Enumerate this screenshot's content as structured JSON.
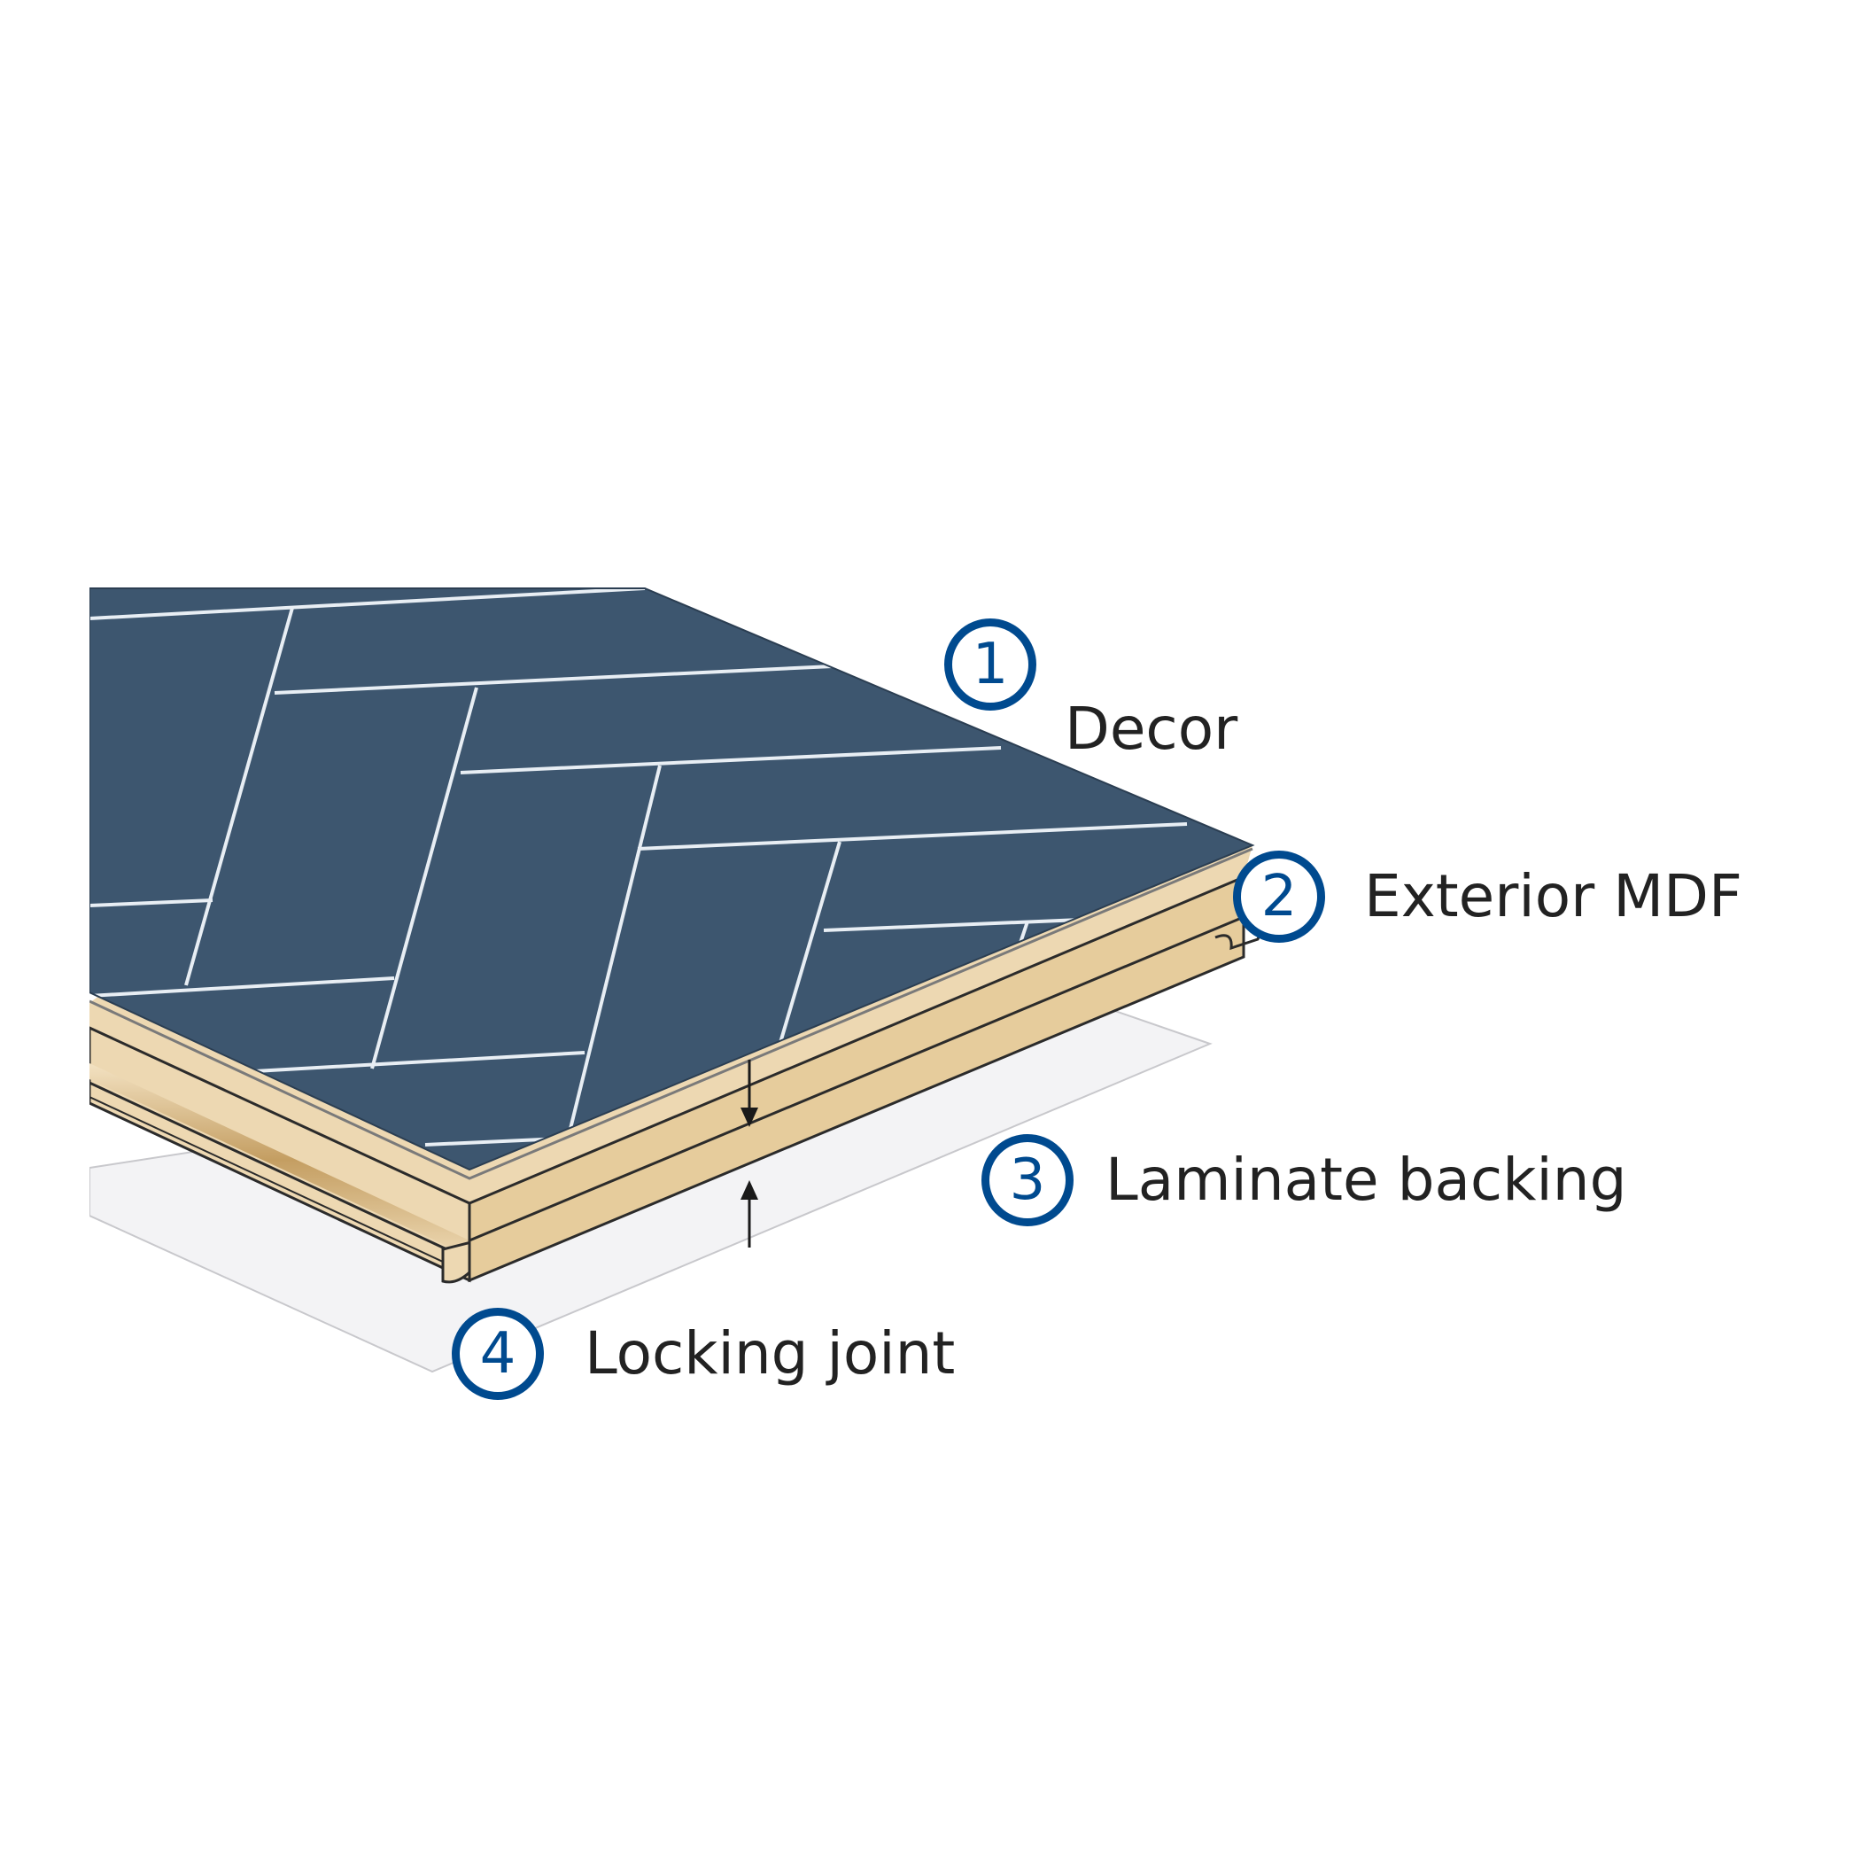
{
  "colors": {
    "decor": "#3d566f",
    "decor_seam": "#e8eef4",
    "mdf": "#edd8b2",
    "mdf_shadow": "#c9a76d",
    "mdf_edge": "#2b2b2b",
    "floor": "#f3f3f5",
    "badge": "#004a8f",
    "label_text": "#222222"
  },
  "callouts": [
    {
      "number": "1",
      "label": "Decor"
    },
    {
      "number": "2",
      "label": "Exterior MDF"
    },
    {
      "number": "3",
      "label": "Laminate backing"
    },
    {
      "number": "4",
      "label": "Locking joint"
    }
  ],
  "icons": [
    "thickness-arrow-down-icon",
    "thickness-arrow-up-icon"
  ]
}
